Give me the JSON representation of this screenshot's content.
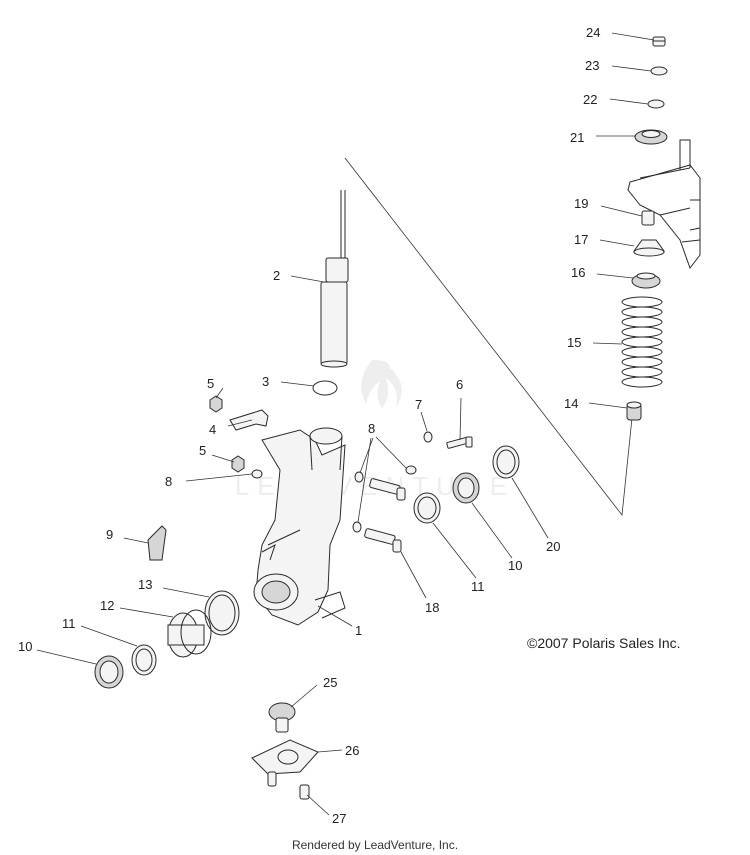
{
  "diagram": {
    "copyright": "©2007 Polaris Sales Inc.",
    "credit": "Rendered by LeadVenture, Inc.",
    "watermark": "LEADVENTURE",
    "callouts": [
      {
        "id": "c1",
        "label": "1"
      },
      {
        "id": "c2",
        "label": "2"
      },
      {
        "id": "c3",
        "label": "3"
      },
      {
        "id": "c4",
        "label": "4"
      },
      {
        "id": "c5a",
        "label": "5"
      },
      {
        "id": "c5b",
        "label": "5"
      },
      {
        "id": "c6",
        "label": "6"
      },
      {
        "id": "c7",
        "label": "7"
      },
      {
        "id": "c8a",
        "label": "8"
      },
      {
        "id": "c8b",
        "label": "8"
      },
      {
        "id": "c9",
        "label": "9"
      },
      {
        "id": "c10a",
        "label": "10"
      },
      {
        "id": "c10b",
        "label": "10"
      },
      {
        "id": "c11a",
        "label": "11"
      },
      {
        "id": "c11b",
        "label": "11"
      },
      {
        "id": "c12",
        "label": "12"
      },
      {
        "id": "c13",
        "label": "13"
      },
      {
        "id": "c14",
        "label": "14"
      },
      {
        "id": "c15",
        "label": "15"
      },
      {
        "id": "c16",
        "label": "16"
      },
      {
        "id": "c17",
        "label": "17"
      },
      {
        "id": "c18",
        "label": "18"
      },
      {
        "id": "c19",
        "label": "19"
      },
      {
        "id": "c20",
        "label": "20"
      },
      {
        "id": "c21",
        "label": "21"
      },
      {
        "id": "c22",
        "label": "22"
      },
      {
        "id": "c23",
        "label": "23"
      },
      {
        "id": "c24",
        "label": "24"
      },
      {
        "id": "c25",
        "label": "25"
      },
      {
        "id": "c26",
        "label": "26"
      },
      {
        "id": "c27",
        "label": "27"
      }
    ]
  }
}
